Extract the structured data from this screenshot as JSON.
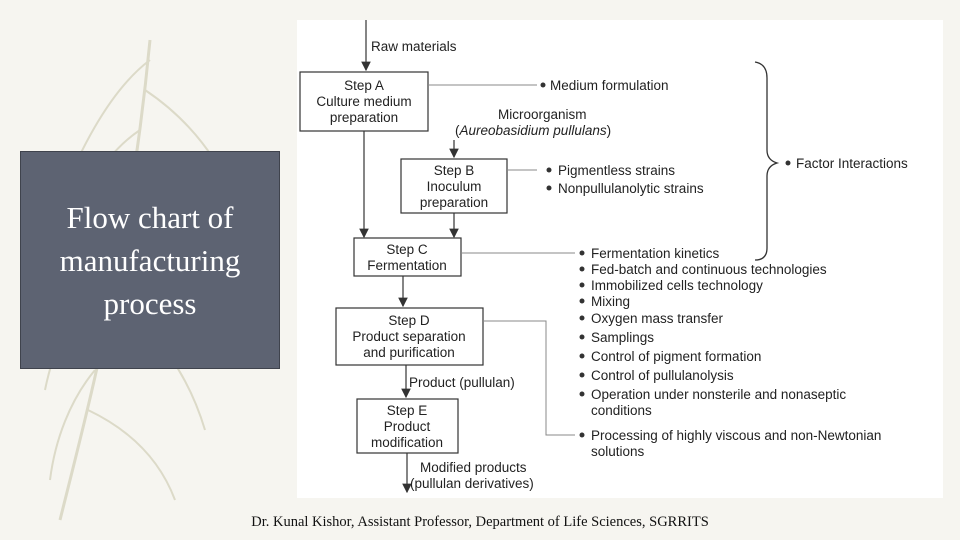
{
  "slide": {
    "title": "Flow chart of\nmanufacturing\nprocess",
    "footer": "Dr. Kunal Kishor, Assistant Professor, Department of Life Sciences, SGRRITS"
  },
  "flowchart": {
    "input": "Raw materials",
    "steps": [
      {
        "id": "A",
        "lines": [
          "Step A",
          "Culture medium",
          "preparation"
        ]
      },
      {
        "id": "B",
        "lines": [
          "Step B",
          "Inoculum",
          "preparation"
        ]
      },
      {
        "id": "C",
        "lines": [
          "Step C",
          "Fermentation"
        ]
      },
      {
        "id": "D",
        "lines": [
          "Step D",
          "Product separation",
          "and purification"
        ]
      },
      {
        "id": "E",
        "lines": [
          "Step E",
          "Product",
          "modification"
        ]
      }
    ],
    "microorganism": {
      "line1": "Microorganism",
      "paren_open": "(",
      "species": "Aureobasidium pullulans",
      "paren_close": ")"
    },
    "product": "Product (pullulan)",
    "output": {
      "line1": "Modified products",
      "line2": "(pullulan derivatives)"
    },
    "factors": {
      "medium": "Medium formulation",
      "inoculum": [
        "Pigmentless strains",
        "Nonpullulanolytic strains"
      ],
      "interactions": "Factor Interactions",
      "fermentation": [
        {
          "lines": [
            "Fermentation kinetics"
          ]
        },
        {
          "lines": [
            "Fed-batch and continuous technologies"
          ]
        },
        {
          "lines": [
            "Immobilized cells technology"
          ]
        },
        {
          "lines": [
            "Mixing"
          ]
        },
        {
          "lines": [
            "Oxygen mass transfer"
          ]
        },
        {
          "lines": [
            "Samplings"
          ]
        },
        {
          "lines": [
            "Control of pigment formation"
          ]
        },
        {
          "lines": [
            "Control of pullulanolysis"
          ]
        },
        {
          "lines": [
            "Operation under nonsterile and nonaseptic",
            "conditions"
          ]
        },
        {
          "lines": [
            "Processing of highly viscous and non-Newtonian",
            "solutions"
          ]
        }
      ]
    }
  }
}
